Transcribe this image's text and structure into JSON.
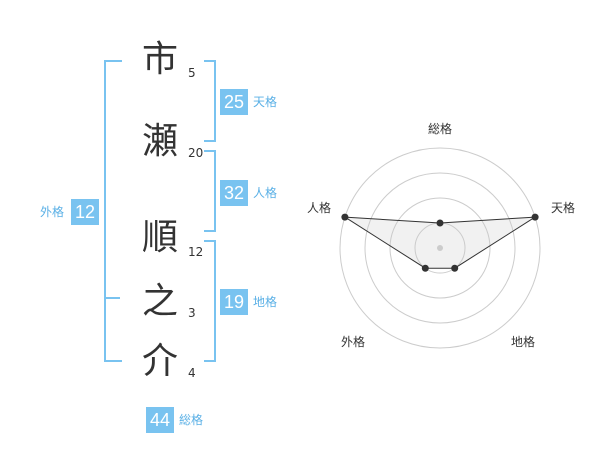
{
  "name_chars": [
    {
      "char": "市",
      "strokes": "5"
    },
    {
      "char": "瀬",
      "strokes": "20"
    },
    {
      "char": "順",
      "strokes": "12"
    },
    {
      "char": "之",
      "strokes": "3"
    },
    {
      "char": "介",
      "strokes": "4"
    }
  ],
  "kaku": {
    "tenkaku": {
      "value": "25",
      "label": "天格"
    },
    "jinkaku": {
      "value": "32",
      "label": "人格"
    },
    "chikaku": {
      "value": "19",
      "label": "地格"
    },
    "gaikaku": {
      "value": "12",
      "label": "外格"
    },
    "soukaku": {
      "value": "44",
      "label": "総格"
    }
  },
  "colors": {
    "accent": "#79c3f0",
    "text": "#333333",
    "label": "#5ab0e6"
  },
  "radar": {
    "axes": [
      "総格",
      "天格",
      "地格",
      "外格",
      "人格"
    ],
    "rings": 4,
    "values": [
      1,
      4,
      1,
      1,
      4
    ],
    "max": 4
  }
}
